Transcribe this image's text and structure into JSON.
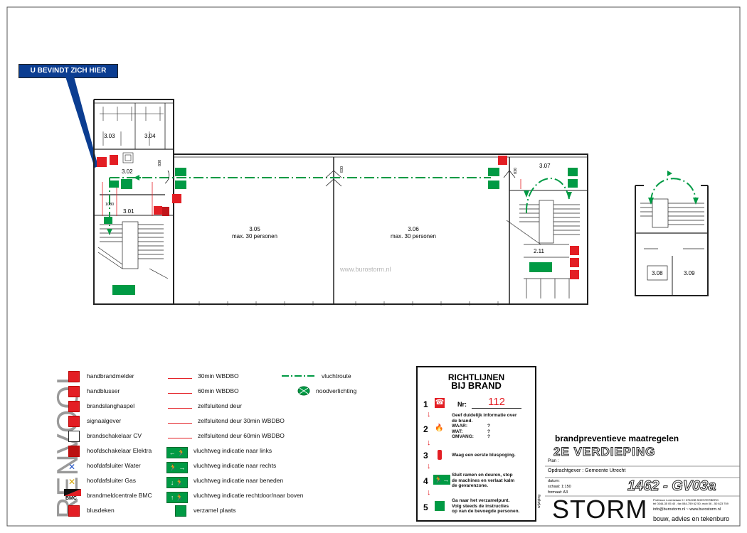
{
  "callout": {
    "label": "U BEVINDT ZICH HIER"
  },
  "watermark": "www.burostorm.nl",
  "rooms": [
    {
      "id": "3.03"
    },
    {
      "id": "3.04"
    },
    {
      "id": "3.02"
    },
    {
      "id": "3.01"
    },
    {
      "id": "3.05",
      "note": "max. 30 personen"
    },
    {
      "id": "3.06",
      "note": "max. 30 personen"
    },
    {
      "id": "3.07"
    },
    {
      "id": "2.11"
    },
    {
      "id": "3.08"
    },
    {
      "id": "3.09"
    }
  ],
  "door_labels": [
    "1080",
    "830",
    "830",
    "830"
  ],
  "legend_title": "RENVOOI",
  "legend": {
    "col1": [
      "handbrandmelder",
      "handblusser",
      "brandslanghaspel",
      "signaalgever",
      "brandschakelaar CV",
      "hoofdschakelaar Elektra",
      "hoofdafsluiter Water",
      "hoofdafsluiter Gas",
      "brandmeldcentrale BMC",
      "blusdeken"
    ],
    "col2": [
      "30min WBDBO",
      "60min WBDBO",
      "zelfsluitend deur",
      "zelfsluitend deur 30min WBDBO",
      "zelfsluitend deur 60min WBDBO",
      "vluchtweg indicatie naar links",
      "vluchtweg indicatie naar rechts",
      "vluchtweg indicatie naar beneden",
      "vluchtweg indicatie rechtdoor/naar boven",
      "verzamel plaats"
    ],
    "col3": [
      "vluchtroute",
      "noodverlichting"
    ],
    "bmc_label": "BMC"
  },
  "card": {
    "title1": "RICHTLIJNEN",
    "title2": "BIJ BRAND",
    "nr_label": "Nr:",
    "nr_value": "112",
    "steps": [
      "1",
      "2",
      "3",
      "4",
      "5"
    ],
    "step2_lines": [
      "Geef duidelijk informatie over",
      "de brand."
    ],
    "waar": "WAAR:",
    "wat": "WAT:",
    "omvang": "OMVANG:",
    "q": "?",
    "step3": "Waag een eerste bluspoging.",
    "step4_lines": [
      "Sluit ramen en deuren, stop",
      "de machines en verlaat kalm",
      "de gevarenzone."
    ],
    "step5_lines": [
      "Ga naar het verzamelpunt.",
      "Volg steeds de instructies",
      "op van de bevoegde personen."
    ],
    "side": "wijziging"
  },
  "titleblock": {
    "heading": "brandpreventieve maatregelen",
    "floor": "2E VERDIEPING",
    "plan": "Plan :",
    "client": "Opdrachtgever : Gemeente Utrecht",
    "datum": "datum:",
    "schaal": "schaal:  1:150",
    "formaat": "formaat:  A3",
    "number": "1462 - GV03a",
    "company": "STORM",
    "tagline": "bouw, advies en tekenburo",
    "addr1": "Professor Lorentzlaan 9 / 3762GB SOESTERBERG",
    "addr2": "tel 0346-35 05 40 , fax 084-759 62 50, mob 06 - 50 623 759",
    "addr3": "info@burostorm.nl  ~  www.burostorm.nl"
  },
  "colors": {
    "red": "#e31e24",
    "green": "#009a44",
    "navy": "#0b3d91"
  }
}
